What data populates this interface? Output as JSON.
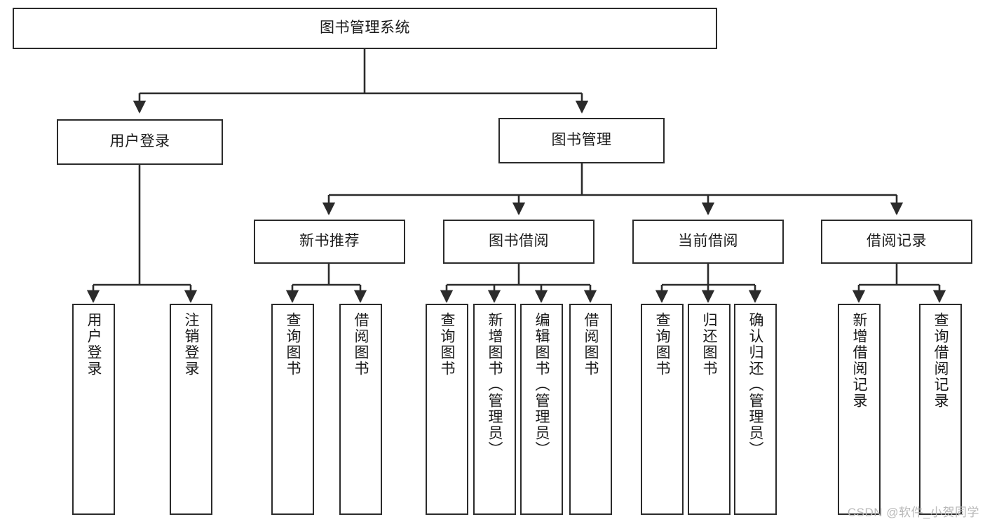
{
  "diagram": {
    "type": "tree-hierarchy",
    "title": "图书管理系统",
    "watermark": "CSDN @软件_小贺同学",
    "colors": {
      "stroke": "#2b2b2b",
      "fill": "#ffffff",
      "text": "#1a1a1a",
      "watermark": "#b9b9b9"
    },
    "nodes": {
      "root": {
        "label": "图书管理系统"
      },
      "level1": [
        {
          "id": "user-login",
          "label": "用户登录"
        },
        {
          "id": "book-manage",
          "label": "图书管理"
        }
      ],
      "level2": [
        {
          "id": "new-book-recommend",
          "label": "新书推荐",
          "parent": "book-manage"
        },
        {
          "id": "book-borrow",
          "label": "图书借阅",
          "parent": "book-manage"
        },
        {
          "id": "current-borrow",
          "label": "当前借阅",
          "parent": "book-manage"
        },
        {
          "id": "borrow-record",
          "label": "借阅记录",
          "parent": "book-manage"
        }
      ],
      "leaves": [
        {
          "id": "leaf-user-login",
          "label": "用户登录",
          "parent": "user-login"
        },
        {
          "id": "leaf-logout-login",
          "label": "注销登录",
          "parent": "user-login"
        },
        {
          "id": "leaf-query-book-1",
          "label": "查询图书",
          "parent": "new-book-recommend"
        },
        {
          "id": "leaf-borrow-book-1",
          "label": "借阅图书",
          "parent": "new-book-recommend"
        },
        {
          "id": "leaf-query-book-2",
          "label": "查询图书",
          "parent": "book-borrow"
        },
        {
          "id": "leaf-add-book",
          "label": "新增图书（管理员）",
          "parent": "book-borrow"
        },
        {
          "id": "leaf-edit-book",
          "label": "编辑图书（管理员）",
          "parent": "book-borrow"
        },
        {
          "id": "leaf-borrow-book-2",
          "label": "借阅图书",
          "parent": "book-borrow"
        },
        {
          "id": "leaf-query-book-3",
          "label": "查询图书",
          "parent": "current-borrow"
        },
        {
          "id": "leaf-return-book",
          "label": "归还图书",
          "parent": "current-borrow"
        },
        {
          "id": "leaf-confirm-return",
          "label": "确认归还（管理员）",
          "parent": "current-borrow"
        },
        {
          "id": "leaf-add-record",
          "label": "新增借阅记录",
          "parent": "borrow-record"
        },
        {
          "id": "leaf-query-record",
          "label": "查询借阅记录",
          "parent": "borrow-record"
        }
      ]
    }
  }
}
